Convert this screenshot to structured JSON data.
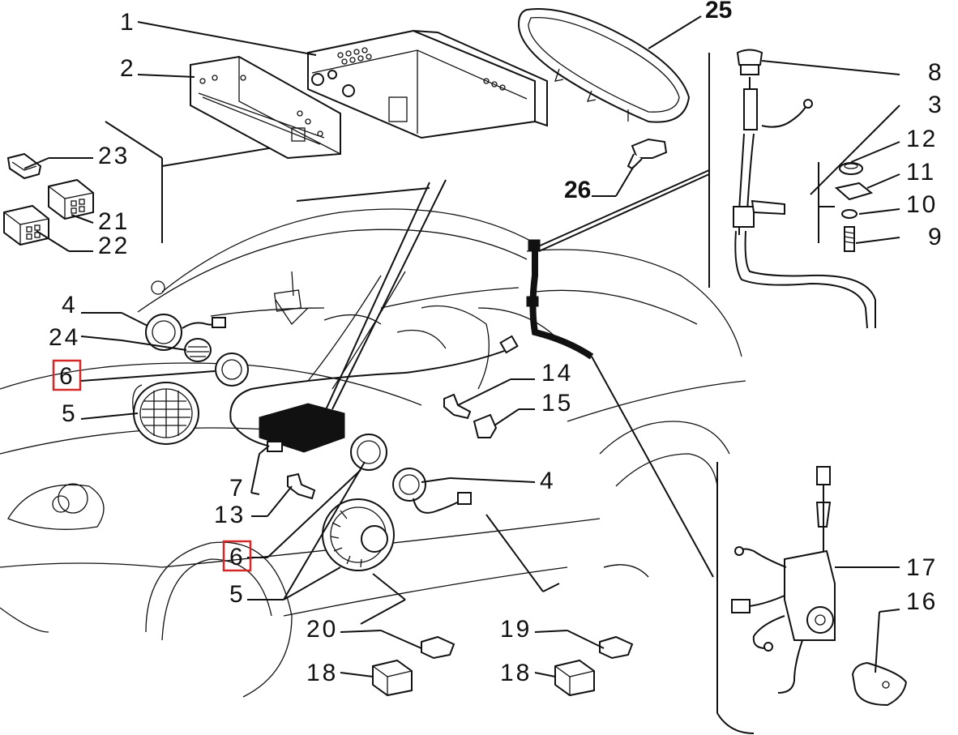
{
  "diagram": {
    "labels": {
      "l1": "1",
      "l2": "2",
      "l3": "3",
      "l4a": "4",
      "l4b": "4",
      "l5a": "5",
      "l5b": "5",
      "l6a": "6",
      "l6b": "6",
      "l7": "7",
      "l8": "8",
      "l9": "9",
      "l10": "10",
      "l11": "11",
      "l12": "12",
      "l13": "13",
      "l14": "14",
      "l15": "15",
      "l16": "16",
      "l17": "17",
      "l18a": "18",
      "l18b": "18",
      "l19": "19",
      "l20": "20",
      "l21": "21",
      "l22": "22",
      "l23": "23",
      "l24": "24",
      "l25": "25",
      "l26": "26"
    },
    "highlight_color": "#d62828",
    "line_color": "#111111"
  }
}
